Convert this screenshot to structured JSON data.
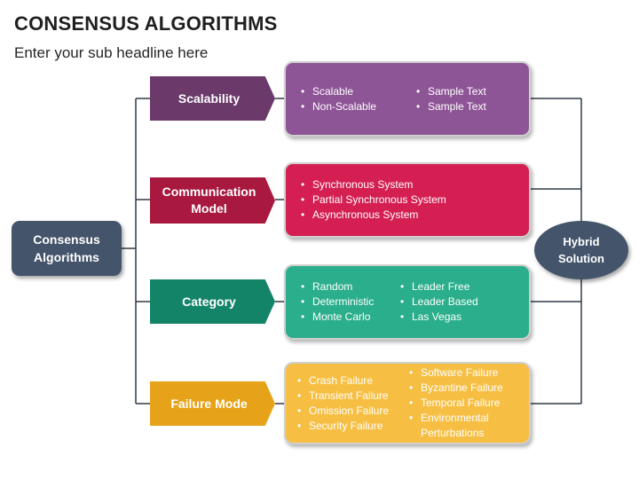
{
  "title": "CONSENSUS ALGORITHMS",
  "subtitle": "Enter your sub headline here",
  "root": {
    "line1": "Consensus",
    "line2": "Algorithms"
  },
  "hybrid": {
    "line1": "Hybrid",
    "line2": "Solution"
  },
  "colors": {
    "root": "#44546a",
    "scalability": "#6b3a6b",
    "scalability_box": "#8e5596",
    "communication": "#a8183f",
    "communication_box": "#d51f52",
    "category": "#148468",
    "category_box": "#2aae8b",
    "failure": "#e6a31a",
    "failure_box": "#f6bf43",
    "line": "#2f3a48"
  },
  "branches": [
    {
      "label": [
        "Scalability"
      ],
      "col1": [
        "Scalable",
        "Non-Scalable"
      ],
      "col2": [
        "Sample Text",
        "Sample Text"
      ]
    },
    {
      "label": [
        "Communication",
        "Model"
      ],
      "col1": [
        "Synchronous System",
        "Partial Synchronous System",
        "Asynchronous System"
      ],
      "col2": []
    },
    {
      "label": [
        "Category"
      ],
      "col1": [
        "Random",
        "Deterministic",
        "Monte Carlo"
      ],
      "col2": [
        "Leader Free",
        "Leader Based",
        "Las Vegas"
      ]
    },
    {
      "label": [
        "Failure Mode"
      ],
      "col1": [
        "Crash Failure",
        "Transient Failure",
        "Omission Failure",
        "Security Failure"
      ],
      "col2": [
        "Software Failure",
        "Byzantine Failure",
        "Temporal Failure",
        "Environmental Perturbations"
      ]
    }
  ]
}
